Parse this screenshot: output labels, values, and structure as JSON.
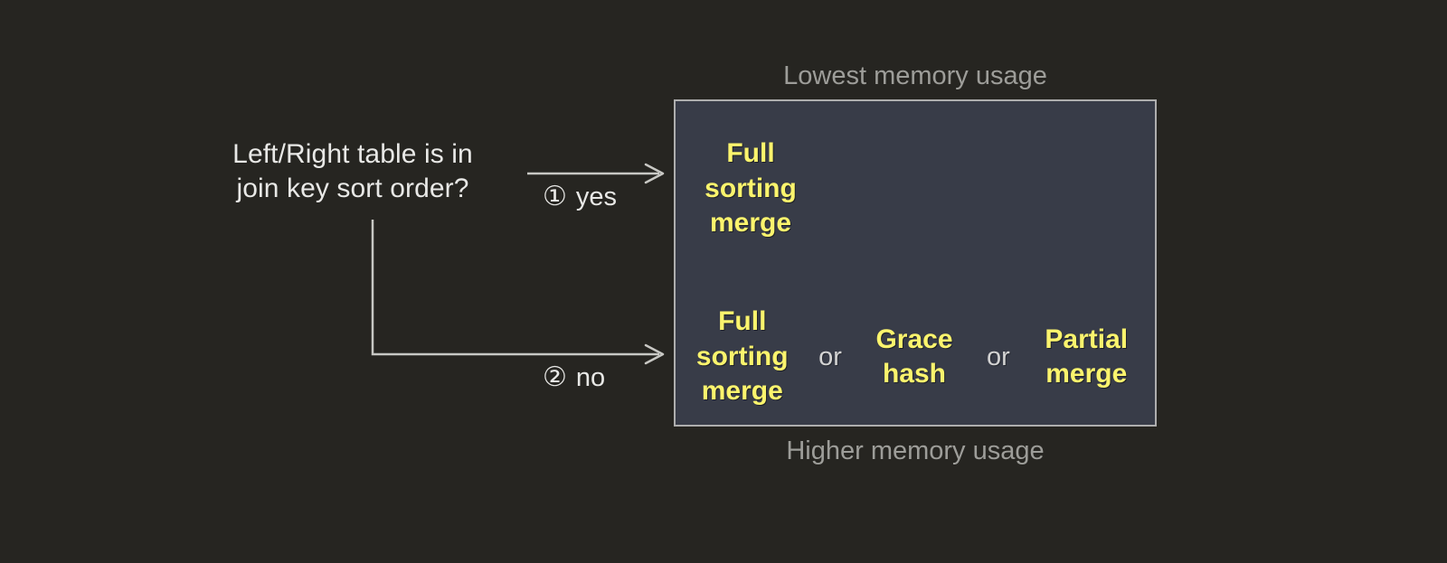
{
  "diagram": {
    "type": "decision-flow",
    "background_color": "#262521",
    "question": {
      "text": "Left/Right table is in\njoin key sort order?"
    },
    "branches": [
      {
        "id": "yes",
        "number": "①",
        "label": "yes"
      },
      {
        "id": "no",
        "number": "②",
        "label": "no"
      }
    ],
    "captions": {
      "top": "Lowest memory usage",
      "bottom": "Higher memory usage"
    },
    "options_box": {
      "fill_color": "#383c48",
      "border_color": "#aeaeae",
      "option_color": "#fbf46d",
      "conjunction_color": "#d3d3d3",
      "rows": [
        {
          "id": "sorted",
          "branch": "yes",
          "options": [
            {
              "text": "Full\nsorting\nmerge"
            }
          ],
          "conjunctions": []
        },
        {
          "id": "unsorted",
          "branch": "no",
          "options": [
            {
              "text": "Full\nsorting\nmerge"
            },
            {
              "text": "Grace\nhash"
            },
            {
              "text": "Partial\nmerge"
            }
          ],
          "conjunctions": [
            "or",
            "or"
          ]
        }
      ]
    }
  }
}
